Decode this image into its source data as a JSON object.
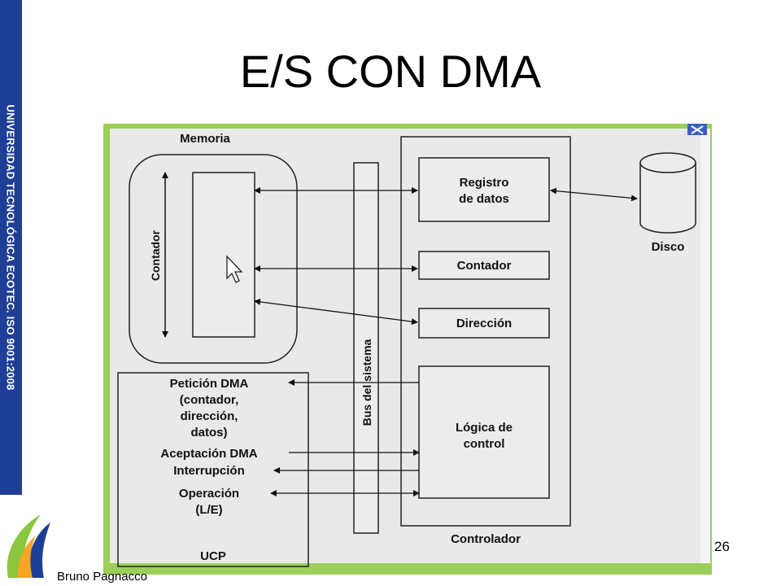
{
  "sidebar": {
    "text": "UNIVERSIDAD TECNOLÓGICA ECOTEC. ISO 9001:2008"
  },
  "slide": {
    "title": "E/S CON DMA",
    "author": "Bruno Pagnacco",
    "page_number": "26"
  },
  "diagram": {
    "memoria": "Memoria",
    "contador_vertical": "Contador",
    "bus": "Bus del sistema",
    "registro_line1": "Registro",
    "registro_line2": "de datos",
    "contador": "Contador",
    "direccion": "Dirección",
    "logica_line1": "Lógica de",
    "logica_line2": "control",
    "controlador": "Controlador",
    "disco": "Disco",
    "ucp": "UCP",
    "ucp_line1": "Petición DMA",
    "ucp_line2": "(contador,",
    "ucp_line3": "dirección,",
    "ucp_line4": "datos)",
    "ucp_line5": "Aceptación DMA",
    "ucp_line6": "Interrupción",
    "ucp_line7": "Operación",
    "ucp_line8": "(L/E)"
  },
  "colors": {
    "sidebar": "#1f3f96",
    "figure_border": "#8cc63f",
    "figure_bg": "#e8e8e8"
  }
}
